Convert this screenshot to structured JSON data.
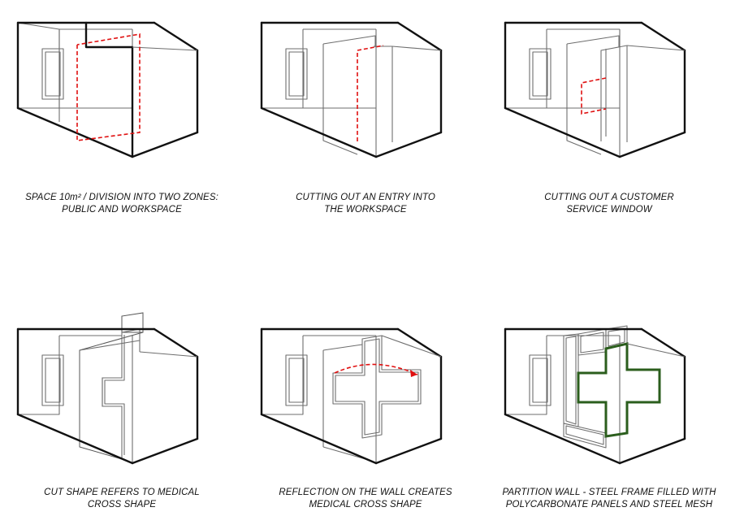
{
  "panels": [
    {
      "caption_line1": "SPACE 10m² / DIVISION INTO TWO ZONES:",
      "caption_line2": "PUBLIC AND WORKSPACE"
    },
    {
      "caption_line1": "CUTTING OUT AN ENTRY INTO",
      "caption_line2": "THE WORKSPACE"
    },
    {
      "caption_line1": "CUTTING OUT A CUSTOMER",
      "caption_line2": "SERVICE WINDOW"
    },
    {
      "caption_line1": "CUT SHAPE REFERS TO MEDICAL",
      "caption_line2": "CROSS SHAPE"
    },
    {
      "caption_line1": "REFLECTION ON THE WALL CREATES",
      "caption_line2": "MEDICAL CROSS SHAPE"
    },
    {
      "caption_line1": "PARTITION WALL - STEEL FRAME FILLED WITH",
      "caption_line2": "POLYCARBONATE  PANELS AND STEEL MESH"
    }
  ],
  "colors": {
    "accent_dashed": "#e01010",
    "frame_green": "#2b5e1d",
    "outline": "#111111"
  }
}
